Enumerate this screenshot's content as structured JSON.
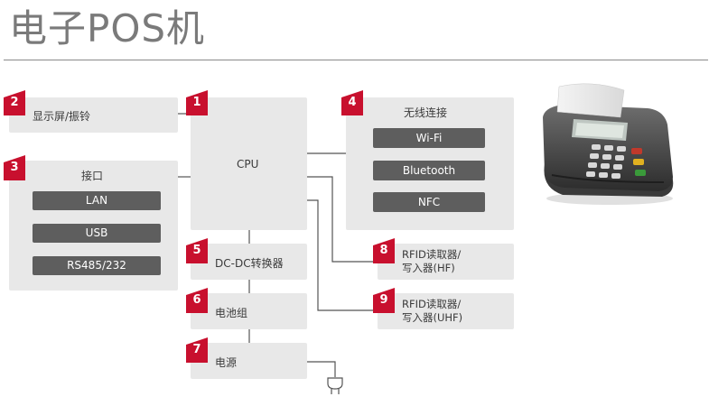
{
  "title": "电子POS机",
  "blocks": {
    "display": {
      "num": "2",
      "label": "显示屏/振铃"
    },
    "cpu": {
      "num": "1",
      "label": "CPU"
    },
    "wireless": {
      "num": "4",
      "label": "无线连接",
      "items": [
        "Wi-Fi",
        "Bluetooth",
        "NFC"
      ]
    },
    "interface": {
      "num": "3",
      "label": "接口",
      "items": [
        "LAN",
        "USB",
        "RS485/232"
      ]
    },
    "dcdc": {
      "num": "5",
      "label": "DC-DC转换器"
    },
    "rfid_hf": {
      "num": "8",
      "line1": "RFID读取器/",
      "line2": "写入器(HF)"
    },
    "battery": {
      "num": "6",
      "label": "电池组"
    },
    "rfid_uhf": {
      "num": "9",
      "line1": "RFID读取器/",
      "line2": "写入器(UHF)"
    },
    "power": {
      "num": "7",
      "label": "电源"
    }
  },
  "colors": {
    "badge": "#c8102e",
    "box": "#e8e8e8",
    "pill": "#5e5e5e",
    "wire": "#555555"
  },
  "device_image": "pos-terminal-with-receipt"
}
